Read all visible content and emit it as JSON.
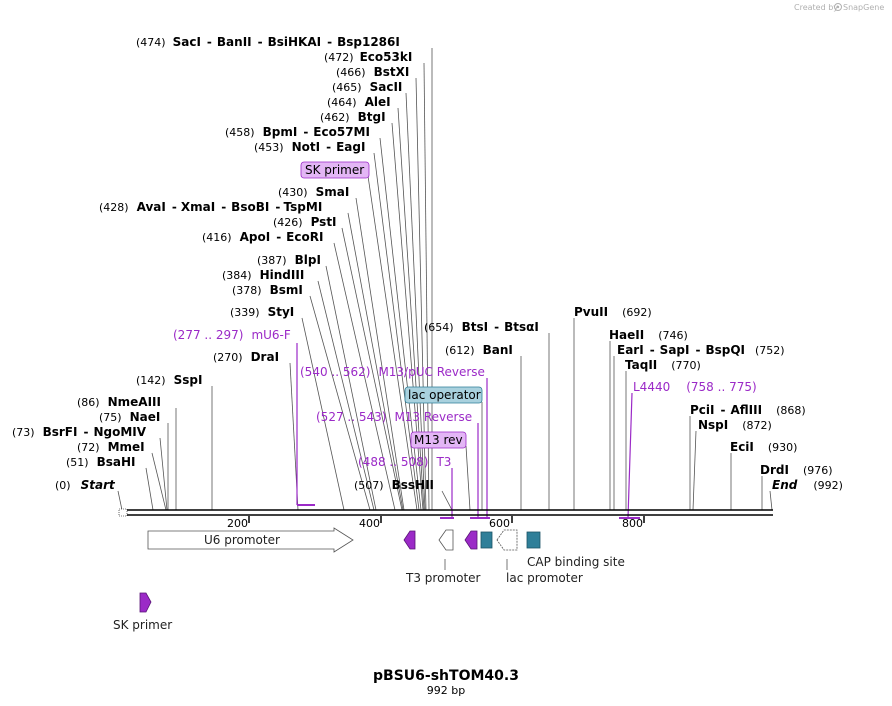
{
  "credit": "Created by",
  "brand": "SnapGene",
  "title": "pBSU6-shTOM40.3",
  "length_label": "992 bp",
  "map_length": 992,
  "ticks": [
    "200",
    "400",
    "600",
    "800"
  ],
  "sites": [
    {
      "pos": 474,
      "label": "(474)",
      "names": [
        "SacI",
        "BanII",
        "BsiHKAI",
        "Bsp1286I"
      ]
    },
    {
      "pos": 472,
      "label": "(472)",
      "names": [
        "Eco53kI"
      ]
    },
    {
      "pos": 466,
      "label": "(466)",
      "names": [
        "BstXI"
      ]
    },
    {
      "pos": 465,
      "label": "(465)",
      "names": [
        "SacII"
      ]
    },
    {
      "pos": 464,
      "label": "(464)",
      "names": [
        "AleI"
      ]
    },
    {
      "pos": 462,
      "label": "(462)",
      "names": [
        "BtgI"
      ]
    },
    {
      "pos": 458,
      "label": "(458)",
      "names": [
        "BpmI",
        "Eco57MI"
      ]
    },
    {
      "pos": 453,
      "label": "(453)",
      "names": [
        "NotI",
        "EagI"
      ]
    },
    {
      "pos": 430,
      "label": "(430)",
      "names": [
        "SmaI"
      ]
    },
    {
      "pos": 428,
      "label": "(428)",
      "names": [
        "AvaI",
        "XmaI",
        "BsoBI",
        "TspMI"
      ]
    },
    {
      "pos": 426,
      "label": "(426)",
      "names": [
        "PstI"
      ]
    },
    {
      "pos": 416,
      "label": "(416)",
      "names": [
        "ApoI",
        "EcoRI"
      ]
    },
    {
      "pos": 387,
      "label": "(387)",
      "names": [
        "BlpI"
      ]
    },
    {
      "pos": 384,
      "label": "(384)",
      "names": [
        "HindIII"
      ]
    },
    {
      "pos": 378,
      "label": "(378)",
      "names": [
        "BsmI"
      ]
    },
    {
      "pos": 339,
      "label": "(339)",
      "names": [
        "StyI"
      ]
    },
    {
      "pos": 270,
      "label": "(270)",
      "names": [
        "DraI"
      ]
    },
    {
      "pos": 142,
      "label": "(142)",
      "names": [
        "SspI"
      ]
    },
    {
      "pos": 86,
      "label": "(86)",
      "names": [
        "NmeAIII"
      ]
    },
    {
      "pos": 75,
      "label": "(75)",
      "names": [
        "NaeI"
      ]
    },
    {
      "pos": 73,
      "label": "(73)",
      "names": [
        "BsrFI",
        "NgoMIV"
      ]
    },
    {
      "pos": 72,
      "label": "(72)",
      "names": [
        "MmeI"
      ]
    },
    {
      "pos": 51,
      "label": "(51)",
      "names": [
        "BsaHI"
      ]
    },
    {
      "pos": 0,
      "label": "(0)",
      "names": [
        "Start"
      ]
    },
    {
      "pos": 507,
      "label": "(507)",
      "names": [
        "BssHII"
      ]
    },
    {
      "pos": 654,
      "label": "(654)",
      "names": [
        "BtsI",
        "BtsαI"
      ]
    },
    {
      "pos": 612,
      "label": "(612)",
      "names": [
        "BanI"
      ]
    },
    {
      "pos": 692,
      "label": "(692)",
      "names": [
        "PvuII"
      ]
    },
    {
      "pos": 746,
      "label": "(746)",
      "names": [
        "HaeII"
      ]
    },
    {
      "pos": 752,
      "label": "(752)",
      "names": [
        "EarI",
        "SapI",
        "BspQI"
      ]
    },
    {
      "pos": 770,
      "label": "(770)",
      "names": [
        "TaqII"
      ]
    },
    {
      "pos": 868,
      "label": "(868)",
      "names": [
        "PciI",
        "AflIII"
      ]
    },
    {
      "pos": 872,
      "label": "(872)",
      "names": [
        "NspI"
      ]
    },
    {
      "pos": 930,
      "label": "(930)",
      "names": [
        "EciI"
      ]
    },
    {
      "pos": 976,
      "label": "(976)",
      "names": [
        "DrdI"
      ]
    },
    {
      "pos": 992,
      "label": "(992)",
      "names": [
        "End"
      ]
    }
  ],
  "primer_features": [
    {
      "name": "SK primer",
      "range": "",
      "boxed": true
    },
    {
      "name": "mU6-F",
      "range": "(277 .. 297)",
      "boxed": false
    },
    {
      "name": "M13/pUC Reverse",
      "range": "(540 .. 562)",
      "boxed": false
    },
    {
      "name": "lac operator",
      "range": "",
      "boxed": true
    },
    {
      "name": "M13 Reverse",
      "range": "(527 .. 543)",
      "boxed": false
    },
    {
      "name": "M13 rev",
      "range": "",
      "boxed": true
    },
    {
      "name": "T3",
      "range": "(488 .. 508)",
      "boxed": false
    },
    {
      "name": "L4440",
      "range": "(758 .. 775)",
      "boxed": false
    }
  ],
  "track_features": [
    {
      "name": "U6 promoter",
      "type": "promoter"
    },
    {
      "name": "T3 promoter",
      "type": "promoter"
    },
    {
      "name": "lac promoter",
      "type": "promoter"
    },
    {
      "name": "CAP binding site",
      "type": "protein_bind"
    },
    {
      "name": "SK primer",
      "type": "primer_bind"
    }
  ],
  "colors": {
    "primer": "#9b2ac7",
    "primer_box": "#e3b6f5",
    "operator_box": "#a9d1de",
    "cap_site": "#2f7f99",
    "backbone": "#000000",
    "site_line": "#555555",
    "credit": "#b0b0b0"
  }
}
